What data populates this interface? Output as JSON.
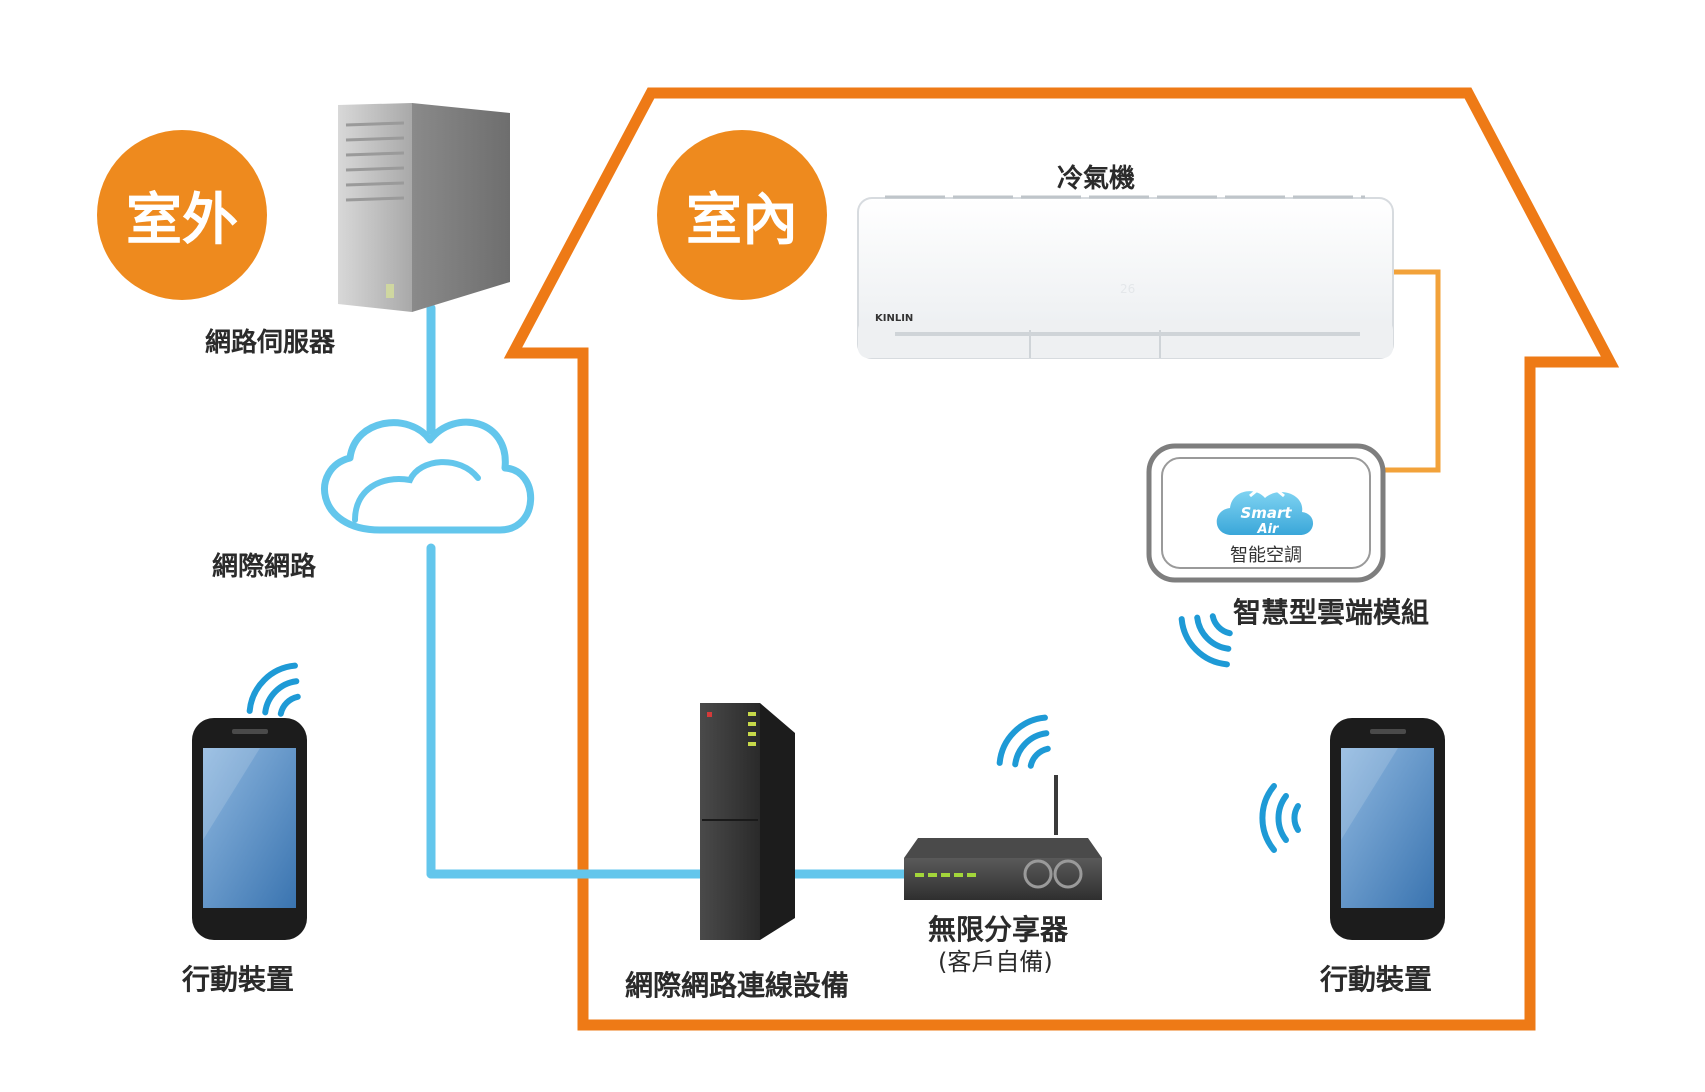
{
  "zones": {
    "outdoor": "室外",
    "indoor": "室內"
  },
  "labels": {
    "server": "網路伺服器",
    "internet": "網際網路",
    "mobile_outdoor": "行動裝置",
    "isp_device": "網際網路連線設備",
    "router": "無限分享器",
    "router_note": "(客戶自備)",
    "air_conditioner": "冷氣機",
    "cloud_module": "智慧型雲端模組",
    "mobile_indoor": "行動裝置"
  },
  "module": {
    "logo_line1": "Smart",
    "logo_line2": "Air",
    "caption": "智能空調"
  },
  "ac": {
    "brand": "KINLIN",
    "display": "26"
  },
  "colors": {
    "accent": "#ee8a1e",
    "house": "#ee7a16",
    "link": "#63c6ec",
    "ac_wire": "#f2a23a",
    "wifi": "#1e9ad6"
  },
  "icons": {
    "server": "server-tower-icon",
    "cloud": "cloud-icon",
    "phone": "smartphone-icon",
    "wifi": "wifi-signal-icon",
    "router": "wireless-router-icon",
    "modem": "modem-tower-icon",
    "ac": "air-conditioner-icon",
    "module": "smart-module-icon"
  }
}
